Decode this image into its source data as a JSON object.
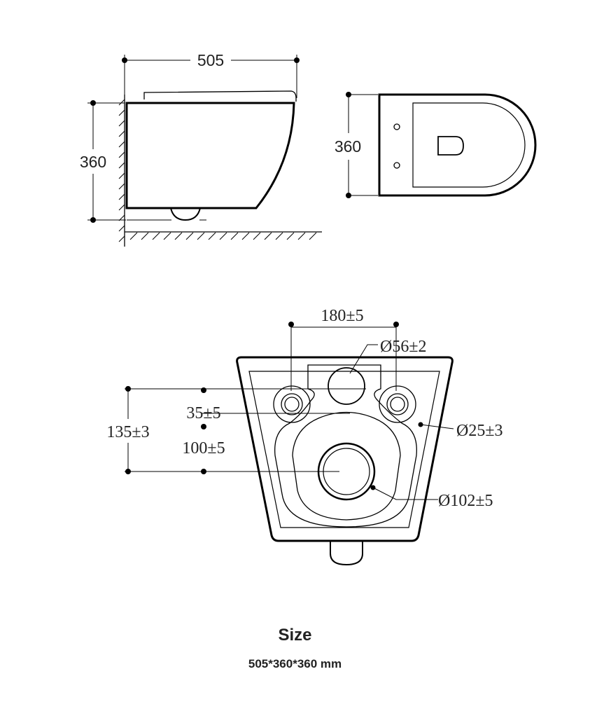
{
  "side_view": {
    "width_label": "505",
    "height_label": "360"
  },
  "top_view": {
    "depth_label": "360"
  },
  "bottom_view": {
    "hole_spacing": "180±5",
    "outlet_diameter": "Ø56±2",
    "bolt_hole_diameter": "Ø25±3",
    "waste_diameter": "Ø102±5",
    "offset_35": "35±5",
    "offset_135": "135±3",
    "offset_100": "100±5"
  },
  "caption": {
    "title": "Size",
    "dimensions": "505*360*360 mm"
  }
}
